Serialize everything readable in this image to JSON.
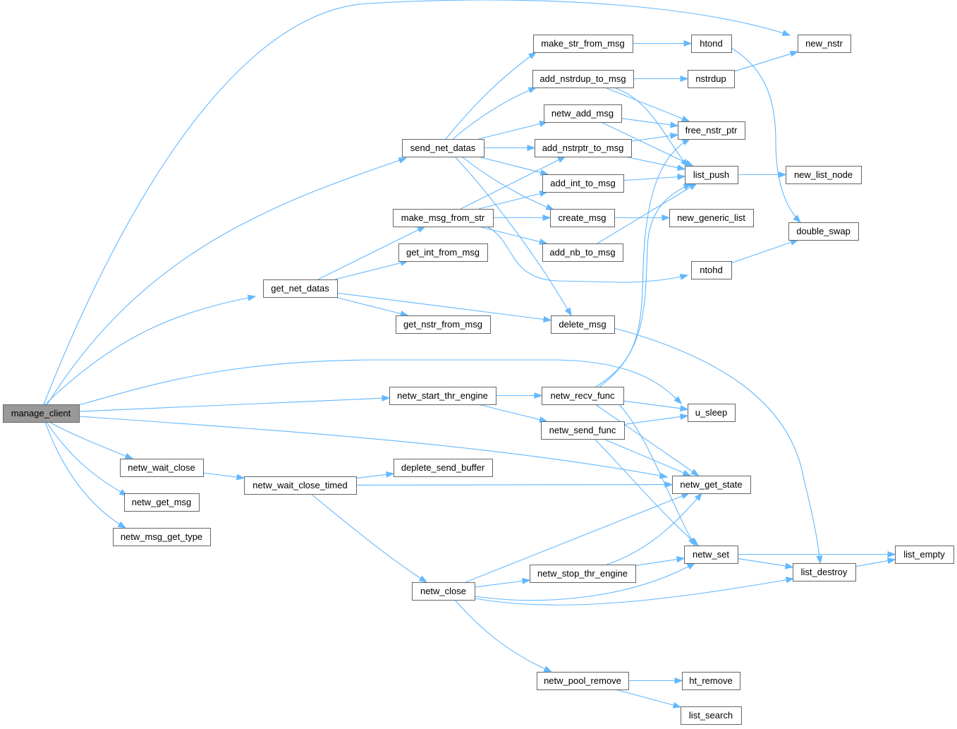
{
  "colors": {
    "edge": "#63b8ff",
    "node_border": "#666666",
    "node_fill": "#ffffff",
    "root_fill": "#999999"
  },
  "nodes": [
    {
      "id": "manage_client",
      "label": "manage_client",
      "root": true
    },
    {
      "id": "send_net_datas",
      "label": "send_net_datas"
    },
    {
      "id": "get_net_datas",
      "label": "get_net_datas"
    },
    {
      "id": "netw_start_thr_engine",
      "label": "netw_start_thr_engine"
    },
    {
      "id": "netw_wait_close",
      "label": "netw_wait_close"
    },
    {
      "id": "netw_get_msg",
      "label": "netw_get_msg"
    },
    {
      "id": "netw_msg_get_type",
      "label": "netw_msg_get_type"
    },
    {
      "id": "netw_wait_close_timed",
      "label": "netw_wait_close_timed"
    },
    {
      "id": "make_msg_from_str",
      "label": "make_msg_from_str"
    },
    {
      "id": "get_int_from_msg",
      "label": "get_int_from_msg"
    },
    {
      "id": "get_nstr_from_msg",
      "label": "get_nstr_from_msg"
    },
    {
      "id": "deplete_send_buffer",
      "label": "deplete_send_buffer"
    },
    {
      "id": "netw_close",
      "label": "netw_close"
    },
    {
      "id": "make_str_from_msg",
      "label": "make_str_from_msg"
    },
    {
      "id": "add_nstrdup_to_msg",
      "label": "add_nstrdup_to_msg"
    },
    {
      "id": "netw_add_msg",
      "label": "netw_add_msg"
    },
    {
      "id": "add_nstrptr_to_msg",
      "label": "add_nstrptr_to_msg"
    },
    {
      "id": "add_int_to_msg",
      "label": "add_int_to_msg"
    },
    {
      "id": "create_msg",
      "label": "create_msg"
    },
    {
      "id": "add_nb_to_msg",
      "label": "add_nb_to_msg"
    },
    {
      "id": "delete_msg",
      "label": "delete_msg"
    },
    {
      "id": "netw_recv_func",
      "label": "netw_recv_func"
    },
    {
      "id": "netw_send_func",
      "label": "netw_send_func"
    },
    {
      "id": "netw_stop_thr_engine",
      "label": "netw_stop_thr_engine"
    },
    {
      "id": "netw_pool_remove",
      "label": "netw_pool_remove"
    },
    {
      "id": "htond",
      "label": "htond"
    },
    {
      "id": "nstrdup",
      "label": "nstrdup"
    },
    {
      "id": "free_nstr_ptr",
      "label": "free_nstr_ptr"
    },
    {
      "id": "list_push",
      "label": "list_push"
    },
    {
      "id": "new_generic_list",
      "label": "new_generic_list"
    },
    {
      "id": "ntohd",
      "label": "ntohd"
    },
    {
      "id": "u_sleep",
      "label": "u_sleep"
    },
    {
      "id": "netw_get_state",
      "label": "netw_get_state"
    },
    {
      "id": "netw_set",
      "label": "netw_set"
    },
    {
      "id": "ht_remove",
      "label": "ht_remove"
    },
    {
      "id": "list_search",
      "label": "list_search"
    },
    {
      "id": "new_nstr",
      "label": "new_nstr"
    },
    {
      "id": "new_list_node",
      "label": "new_list_node"
    },
    {
      "id": "double_swap",
      "label": "double_swap"
    },
    {
      "id": "list_destroy",
      "label": "list_destroy"
    },
    {
      "id": "list_empty",
      "label": "list_empty"
    }
  ],
  "edges": [
    {
      "from": "manage_client",
      "to": "send_net_datas"
    },
    {
      "from": "manage_client",
      "to": "get_net_datas"
    },
    {
      "from": "manage_client",
      "to": "netw_start_thr_engine"
    },
    {
      "from": "manage_client",
      "to": "u_sleep"
    },
    {
      "from": "manage_client",
      "to": "netw_get_state"
    },
    {
      "from": "manage_client",
      "to": "netw_wait_close"
    },
    {
      "from": "manage_client",
      "to": "netw_get_msg"
    },
    {
      "from": "manage_client",
      "to": "netw_msg_get_type"
    },
    {
      "from": "manage_client",
      "to": "new_nstr"
    },
    {
      "from": "send_net_datas",
      "to": "make_str_from_msg"
    },
    {
      "from": "send_net_datas",
      "to": "add_nstrdup_to_msg"
    },
    {
      "from": "send_net_datas",
      "to": "netw_add_msg"
    },
    {
      "from": "send_net_datas",
      "to": "add_nstrptr_to_msg"
    },
    {
      "from": "send_net_datas",
      "to": "add_int_to_msg"
    },
    {
      "from": "send_net_datas",
      "to": "create_msg"
    },
    {
      "from": "send_net_datas",
      "to": "delete_msg"
    },
    {
      "from": "get_net_datas",
      "to": "make_msg_from_str"
    },
    {
      "from": "get_net_datas",
      "to": "get_int_from_msg"
    },
    {
      "from": "get_net_datas",
      "to": "get_nstr_from_msg"
    },
    {
      "from": "get_net_datas",
      "to": "delete_msg"
    },
    {
      "from": "make_msg_from_str",
      "to": "add_nstrptr_to_msg"
    },
    {
      "from": "make_msg_from_str",
      "to": "add_int_to_msg"
    },
    {
      "from": "make_msg_from_str",
      "to": "create_msg"
    },
    {
      "from": "make_msg_from_str",
      "to": "add_nb_to_msg"
    },
    {
      "from": "make_msg_from_str",
      "to": "ntohd"
    },
    {
      "from": "make_str_from_msg",
      "to": "htond"
    },
    {
      "from": "add_nstrdup_to_msg",
      "to": "nstrdup"
    },
    {
      "from": "add_nstrdup_to_msg",
      "to": "free_nstr_ptr"
    },
    {
      "from": "add_nstrdup_to_msg",
      "to": "list_push"
    },
    {
      "from": "netw_add_msg",
      "to": "free_nstr_ptr"
    },
    {
      "from": "netw_add_msg",
      "to": "list_push"
    },
    {
      "from": "add_nstrptr_to_msg",
      "to": "free_nstr_ptr"
    },
    {
      "from": "add_nstrptr_to_msg",
      "to": "list_push"
    },
    {
      "from": "add_int_to_msg",
      "to": "list_push"
    },
    {
      "from": "create_msg",
      "to": "new_generic_list"
    },
    {
      "from": "add_nb_to_msg",
      "to": "list_push"
    },
    {
      "from": "delete_msg",
      "to": "list_destroy"
    },
    {
      "from": "htond",
      "to": "double_swap"
    },
    {
      "from": "nstrdup",
      "to": "new_nstr"
    },
    {
      "from": "list_push",
      "to": "new_list_node"
    },
    {
      "from": "ntohd",
      "to": "double_swap"
    },
    {
      "from": "netw_start_thr_engine",
      "to": "netw_recv_func"
    },
    {
      "from": "netw_start_thr_engine",
      "to": "netw_send_func"
    },
    {
      "from": "netw_recv_func",
      "to": "free_nstr_ptr"
    },
    {
      "from": "netw_recv_func",
      "to": "list_push"
    },
    {
      "from": "netw_recv_func",
      "to": "u_sleep"
    },
    {
      "from": "netw_recv_func",
      "to": "netw_get_state"
    },
    {
      "from": "netw_recv_func",
      "to": "netw_set"
    },
    {
      "from": "netw_send_func",
      "to": "u_sleep"
    },
    {
      "from": "netw_send_func",
      "to": "netw_get_state"
    },
    {
      "from": "netw_send_func",
      "to": "netw_set"
    },
    {
      "from": "netw_wait_close",
      "to": "netw_wait_close_timed"
    },
    {
      "from": "netw_wait_close_timed",
      "to": "deplete_send_buffer"
    },
    {
      "from": "netw_wait_close_timed",
      "to": "netw_get_state"
    },
    {
      "from": "netw_wait_close_timed",
      "to": "netw_close"
    },
    {
      "from": "netw_close",
      "to": "netw_get_state"
    },
    {
      "from": "netw_close",
      "to": "netw_stop_thr_engine"
    },
    {
      "from": "netw_close",
      "to": "netw_set"
    },
    {
      "from": "netw_close",
      "to": "list_destroy"
    },
    {
      "from": "netw_close",
      "to": "netw_pool_remove"
    },
    {
      "from": "netw_stop_thr_engine",
      "to": "netw_get_state"
    },
    {
      "from": "netw_stop_thr_engine",
      "to": "netw_set"
    },
    {
      "from": "netw_set",
      "to": "list_destroy"
    },
    {
      "from": "netw_set",
      "to": "list_empty"
    },
    {
      "from": "list_destroy",
      "to": "list_empty"
    },
    {
      "from": "netw_pool_remove",
      "to": "ht_remove"
    },
    {
      "from": "netw_pool_remove",
      "to": "list_search"
    }
  ]
}
